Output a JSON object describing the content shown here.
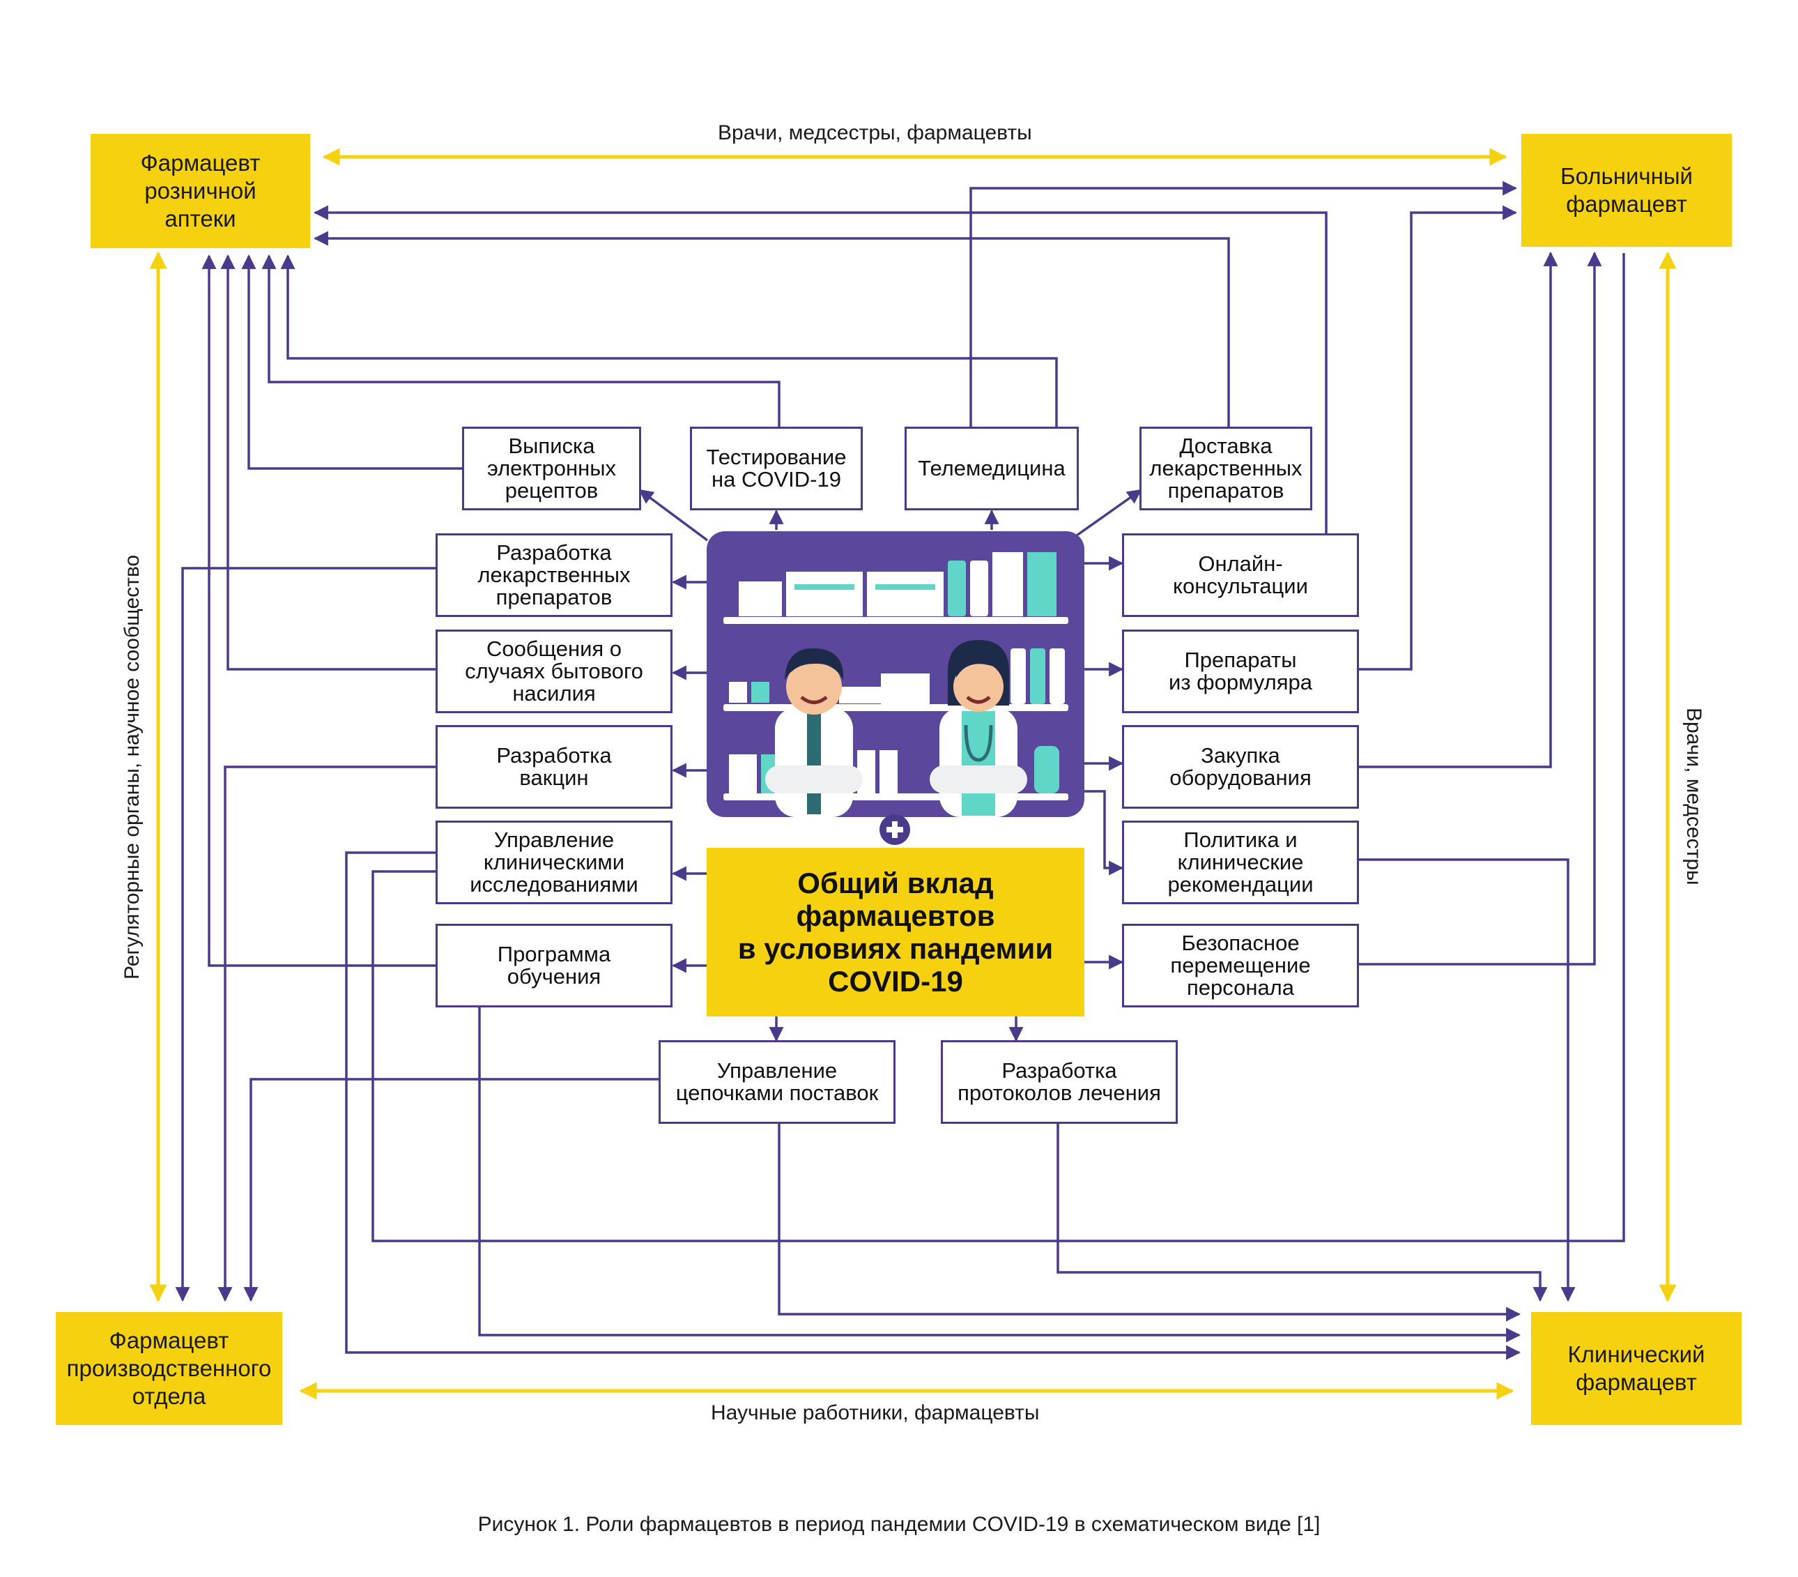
{
  "corners": {
    "retail": "Фармацевт\nрозничной\nаптеки",
    "hospital": "Больничный\nфармацевт",
    "production": "Фармацевт\nпроизводственного\nотдела",
    "clinical": "Клинический\nфармацевт"
  },
  "links": {
    "top": "Врачи, медсестры, фармацевты",
    "bottom": "Научные работники, фармацевты",
    "left": "Регуляторные органы, научное сообщество",
    "right": "Врачи, медсестры"
  },
  "center": {
    "title": "Общий вклад\nфармацевтов\nв условиях пандемии\nCOVID-19"
  },
  "roles": {
    "e_prescriptions": "Выписка\nэлектронных\nрецептов",
    "covid_testing": "Тестирование\nна COVID-19",
    "telemedicine": "Телемедицина",
    "drug_delivery": "Доставка\nлекарственных\nпрепаратов",
    "drug_development": "Разработка\nлекарственных\nпрепаратов",
    "domestic_violence": "Сообщения о\nслучаях бытового\nнасилия",
    "vaccine_development": "Разработка\nвакцин",
    "clinical_trials": "Управление\nклиническими\nисследованиями",
    "training": "Программа\nобучения",
    "online_consult": "Онлайн-\nконсультации",
    "formulary": "Препараты\nиз формуляра",
    "equipment": "Закупка\nоборудования",
    "policy": "Политика и\nклинические\nрекомендации",
    "staff_movement": "Безопасное\nперемещение\nперсонала",
    "supply_chain": "Управление\nцепочками поставок",
    "protocols": "Разработка\nпротоколов лечения"
  },
  "caption": "Рисунок 1. Роли фармацевтов в период пандемии COVID-19 в схематическом виде [1]",
  "colors": {
    "yellow": "#f5d10f",
    "purple": "#4b3a8c",
    "shelf_bg": "#5b479b",
    "teal": "#5fd6c8"
  },
  "icons": {
    "plus": "plus-circle-icon",
    "illustration": "pharmacists-illustration"
  }
}
